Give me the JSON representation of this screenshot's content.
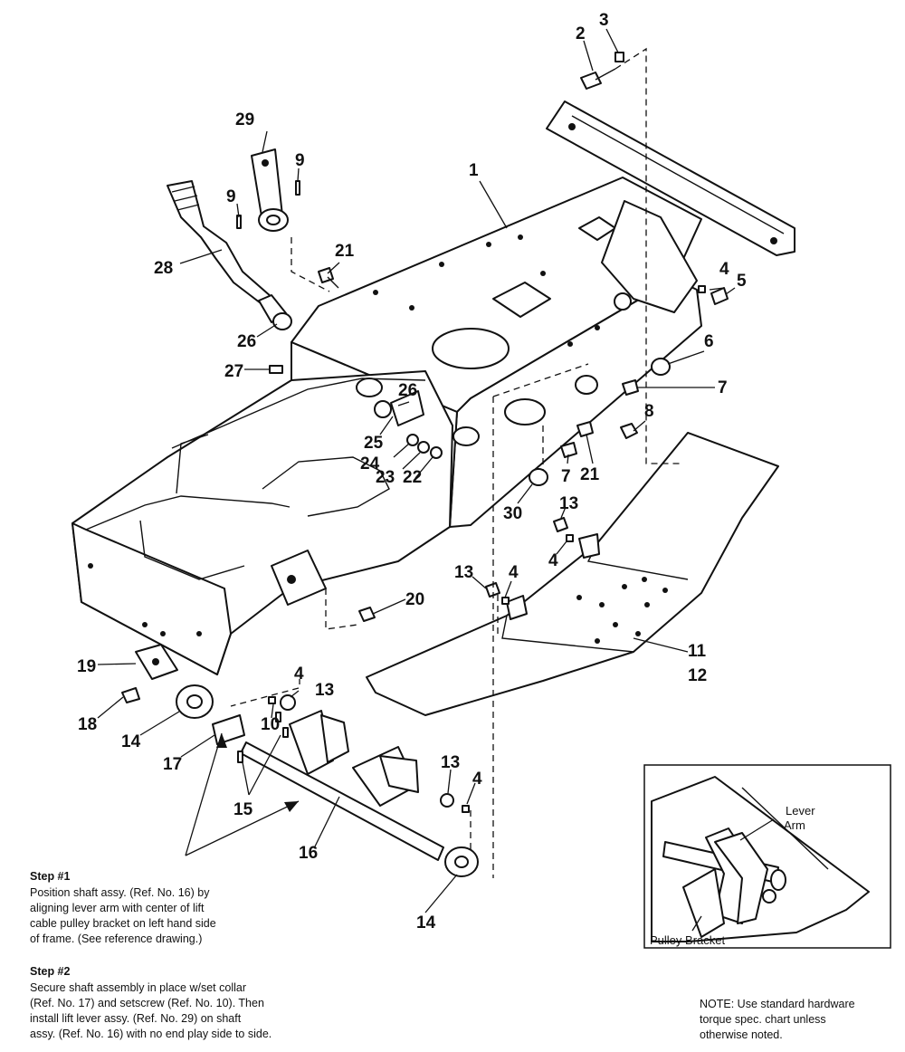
{
  "callouts": {
    "c1": "1",
    "c2": "2",
    "c3": "3",
    "c4a": "4",
    "c4b": "4",
    "c4c": "4",
    "c4d": "4",
    "c4e": "4",
    "c5": "5",
    "c6": "6",
    "c7a": "7",
    "c7b": "7",
    "c8": "8",
    "c9a": "9",
    "c9b": "9",
    "c10": "10",
    "c11": "11",
    "c12": "12",
    "c13a": "13",
    "c13b": "13",
    "c13c": "13",
    "c13d": "13",
    "c14a": "14",
    "c14b": "14",
    "c15": "15",
    "c16": "16",
    "c17": "17",
    "c18": "18",
    "c19": "19",
    "c20": "20",
    "c21a": "21",
    "c21b": "21",
    "c22": "22",
    "c23": "23",
    "c24": "24",
    "c25": "25",
    "c26a": "26",
    "c26b": "26",
    "c27": "27",
    "c28": "28",
    "c29": "29",
    "c30": "30"
  },
  "inset": {
    "lever_arm": [
      "Lever",
      "Arm"
    ],
    "pulley_bracket": "Pulley Bracket"
  },
  "step1": {
    "title": "Step #1",
    "lines": [
      "Position shaft assy. (Ref. No. 16) by",
      "aligning lever arm with center of lift",
      "cable pulley bracket on left hand side",
      "of frame. (See reference drawing.)"
    ]
  },
  "step2": {
    "title": "Step #2",
    "lines": [
      "Secure shaft assembly in place w/set collar",
      "(Ref. No. 17) and setscrew (Ref. No. 10). Then",
      "install lift lever assy. (Ref. No. 29) on shaft",
      "assy. (Ref. No. 16) with no end play side to side."
    ]
  },
  "note": {
    "lines": [
      "NOTE: Use standard hardware",
      "torque spec. chart unless",
      "otherwise noted."
    ]
  }
}
